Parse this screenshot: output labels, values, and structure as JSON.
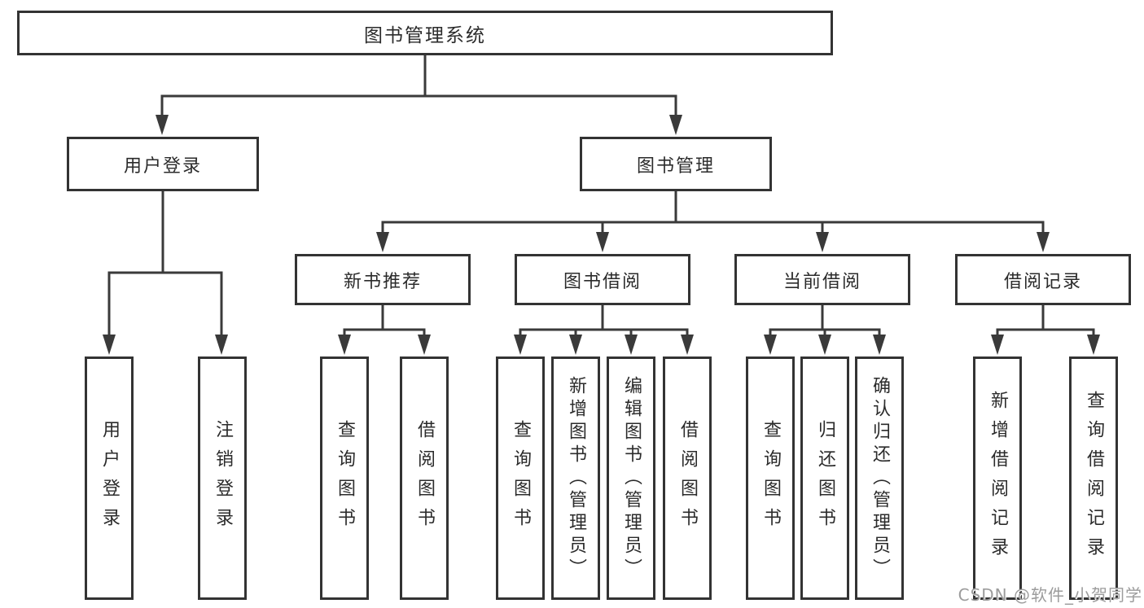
{
  "diagram": {
    "root": {
      "label": "图书管理系统"
    },
    "level2": [
      {
        "label": "用户登录"
      },
      {
        "label": "图书管理"
      }
    ],
    "level3": [
      {
        "label": "新书推荐"
      },
      {
        "label": "图书借阅"
      },
      {
        "label": "当前借阅"
      },
      {
        "label": "借阅记录"
      }
    ],
    "leaves": {
      "user_login": [
        "用户登录",
        "注销登录"
      ],
      "new_book": [
        "查询图书",
        "借阅图书"
      ],
      "book_borrow": [
        "查询图书",
        "新增图书（管理员）",
        "编辑图书（管理员）",
        "借阅图书"
      ],
      "current_borrow": [
        "查询图书",
        "归还图书",
        "确认归还（管理员）"
      ],
      "borrow_records": [
        "新增借阅记录",
        "查询借阅记录"
      ]
    }
  },
  "watermark": "CSDN @软件_小贺同学",
  "colors": {
    "background": "#ffffff",
    "line": "#3a3a3a",
    "box_border": "#333333",
    "text": "#2b2b2b",
    "watermark": "#9c9c9c"
  }
}
